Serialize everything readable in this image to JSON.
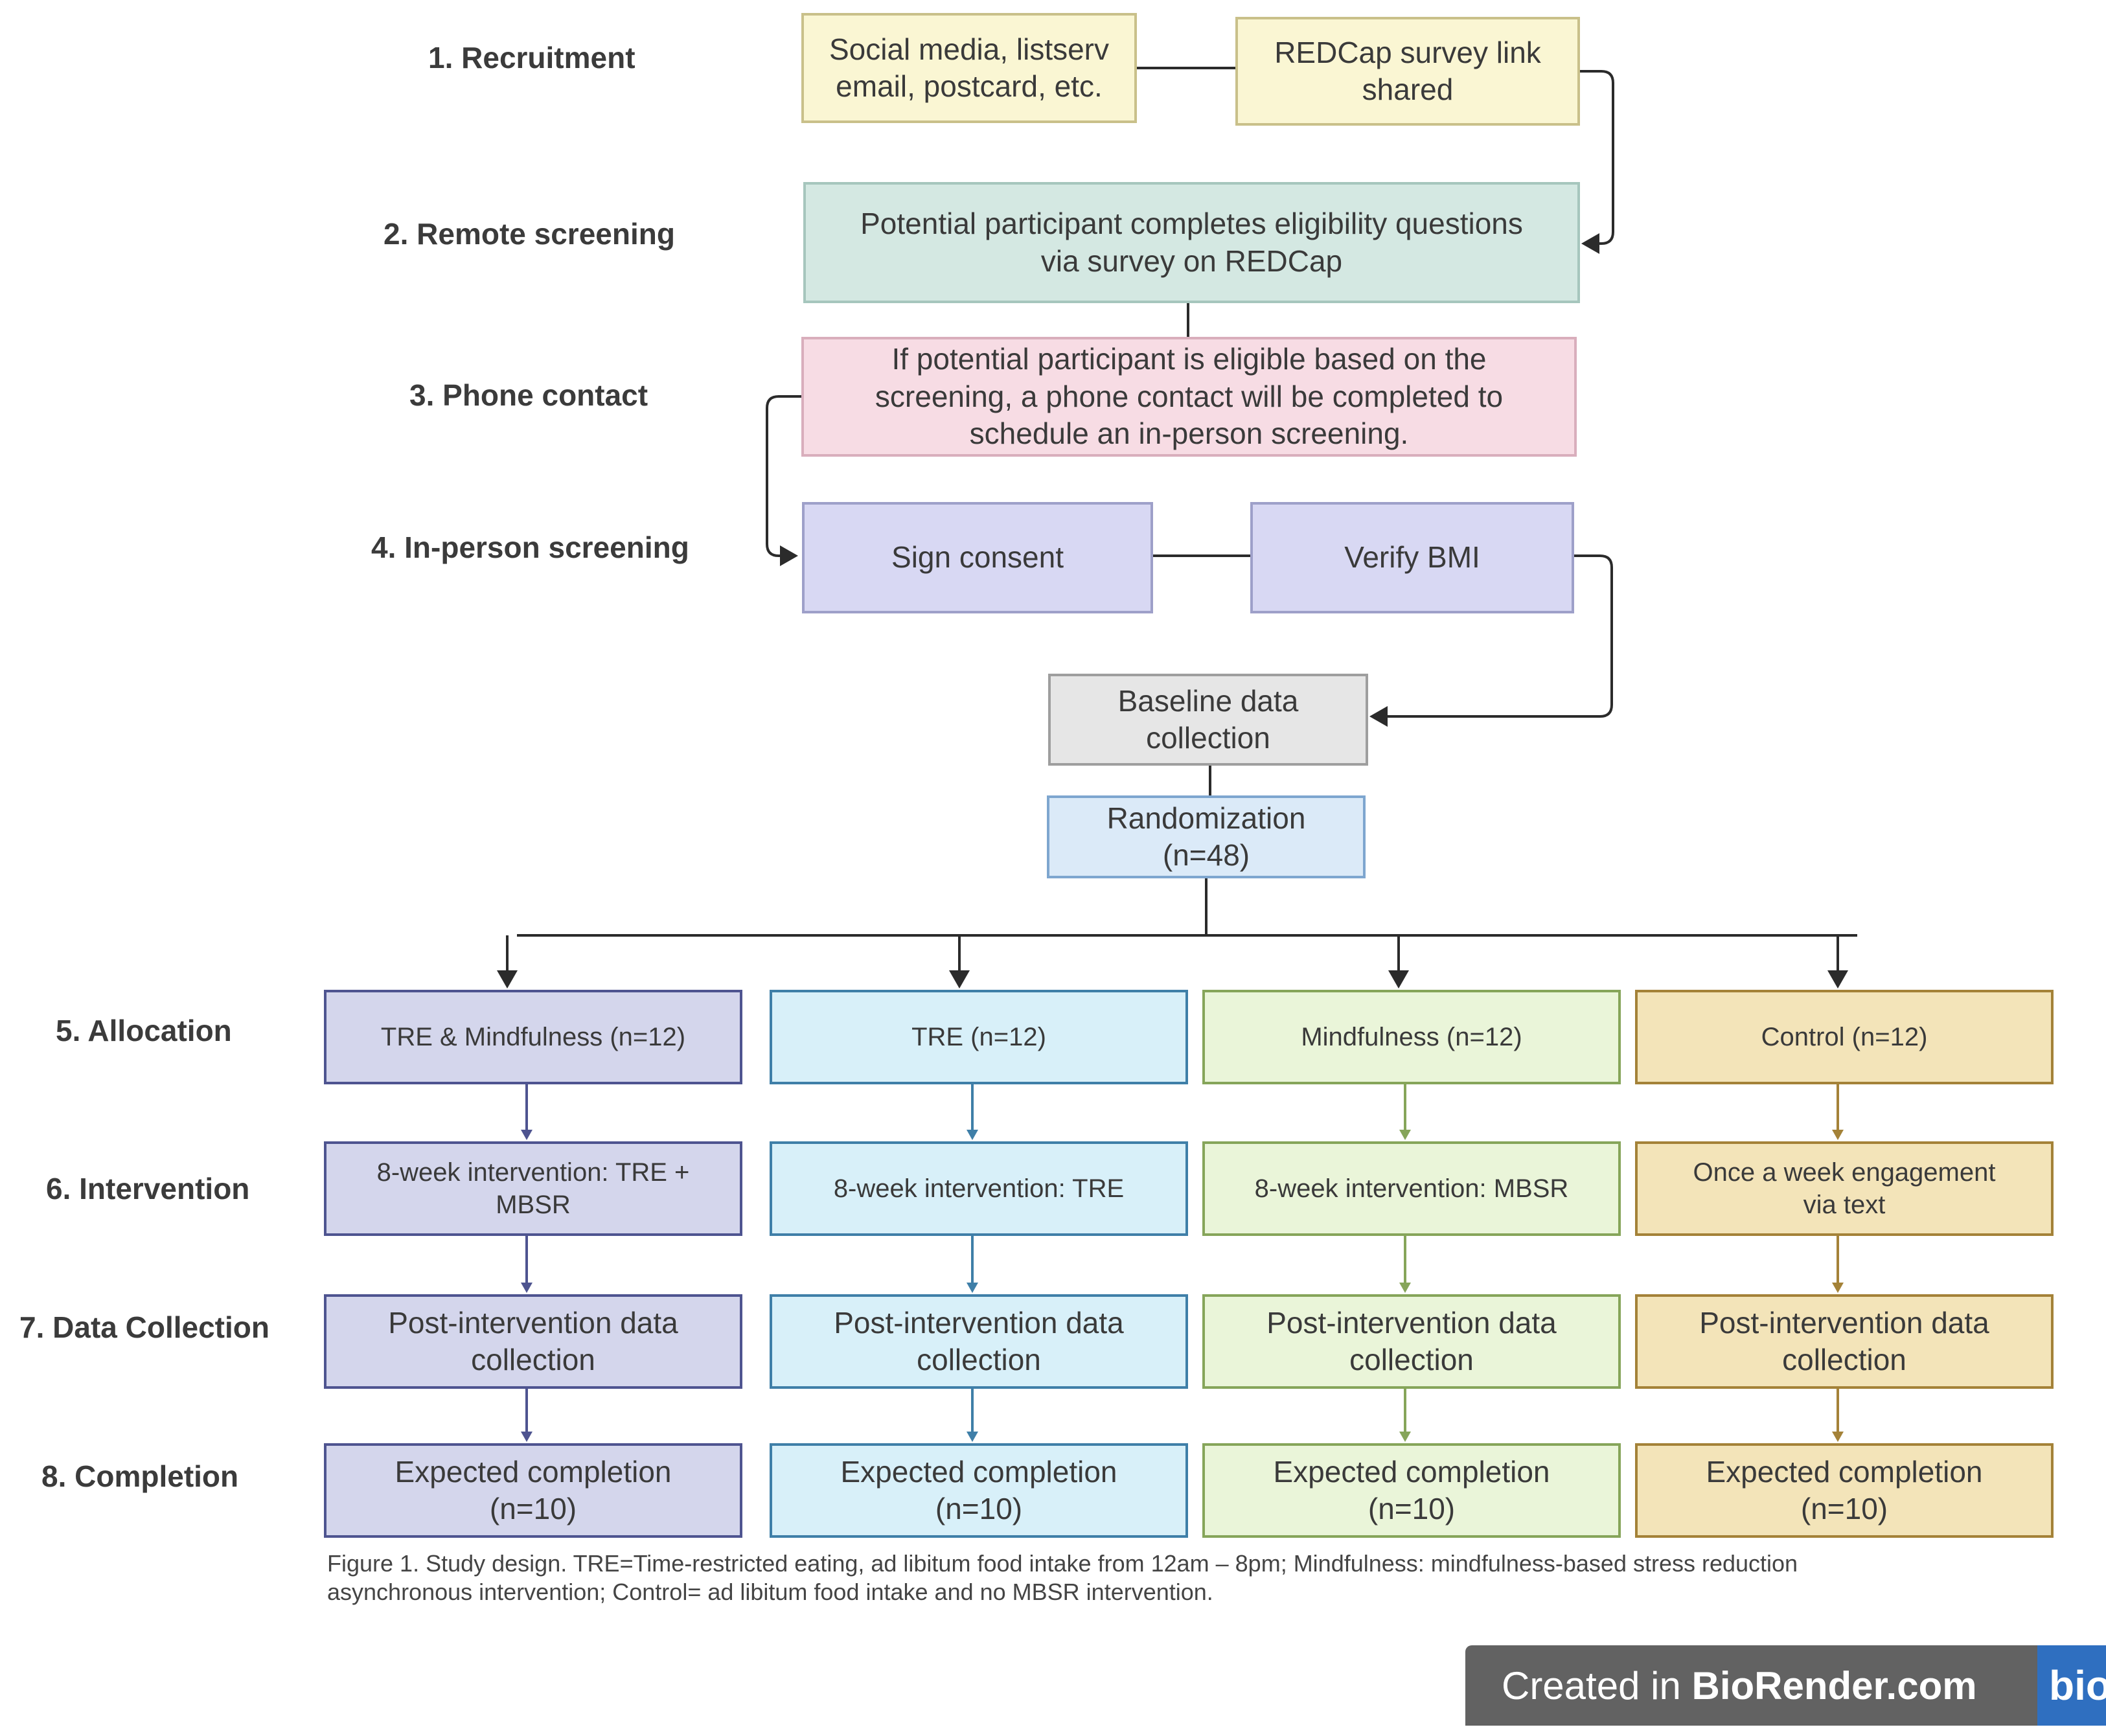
{
  "steps": {
    "recruitment": "1.  Recruitment",
    "remote": "2. Remote screening",
    "phone": "3. Phone contact",
    "inperson": "4. In-person screening",
    "allocation": "5. Allocation",
    "intervention": "6. Intervention",
    "datacollection": "7. Data Collection",
    "completion": "8. Completion"
  },
  "boxes": {
    "social": [
      "Social media, listserv",
      "email, postcard, etc."
    ],
    "redcap_link": [
      "REDCap survey link",
      "shared"
    ],
    "eligibility": [
      "Potential participant completes eligibility questions",
      "via survey on REDCap"
    ],
    "phone_contact": [
      "If potential participant is eligible based on the",
      "screening, a phone contact will be completed to",
      "schedule an in-person screening."
    ],
    "consent": "Sign consent",
    "bmi": "Verify BMI",
    "baseline": [
      "Baseline data",
      "collection"
    ],
    "randomization": [
      "Randomization",
      "(n=48)"
    ]
  },
  "arms": [
    {
      "allocation": "TRE & Mindfulness (n=12)",
      "intervention": [
        "8-week intervention: TRE +",
        "MBSR"
      ],
      "data": [
        "Post-intervention data",
        "collection"
      ],
      "completion": [
        "Expected completion",
        "(n=10)"
      ],
      "color": "#4e5490"
    },
    {
      "allocation": "TRE (n=12)",
      "intervention": [
        "8-week intervention: TRE"
      ],
      "data": [
        "Post-intervention data",
        "collection"
      ],
      "completion": [
        "Expected completion",
        "(n=10)"
      ],
      "color": "#3f7fa8"
    },
    {
      "allocation": "Mindfulness (n=12)",
      "intervention": [
        "8-week intervention: MBSR"
      ],
      "data": [
        "Post-intervention data",
        "collection"
      ],
      "completion": [
        "Expected completion",
        "(n=10)"
      ],
      "color": "#86a55a"
    },
    {
      "allocation": "Control (n=12)",
      "intervention": [
        "Once a week engagement",
        "via text"
      ],
      "data": [
        "Post-intervention data",
        "collection"
      ],
      "completion": [
        "Expected completion",
        "(n=10)"
      ],
      "color": "#a48238"
    }
  ],
  "caption": [
    "Figure 1. Study design. TRE=Time-restricted eating, ad libitum food intake from 12am – 8pm; Mindfulness: mindfulness-based stress reduction",
    "asynchronous intervention; Control= ad libitum food intake and no MBSR intervention."
  ],
  "badge": {
    "prefix": "Created in ",
    "brand": "BioRender.com",
    "mark": "bio"
  },
  "colors": {
    "connector": "#2b2b2b"
  }
}
